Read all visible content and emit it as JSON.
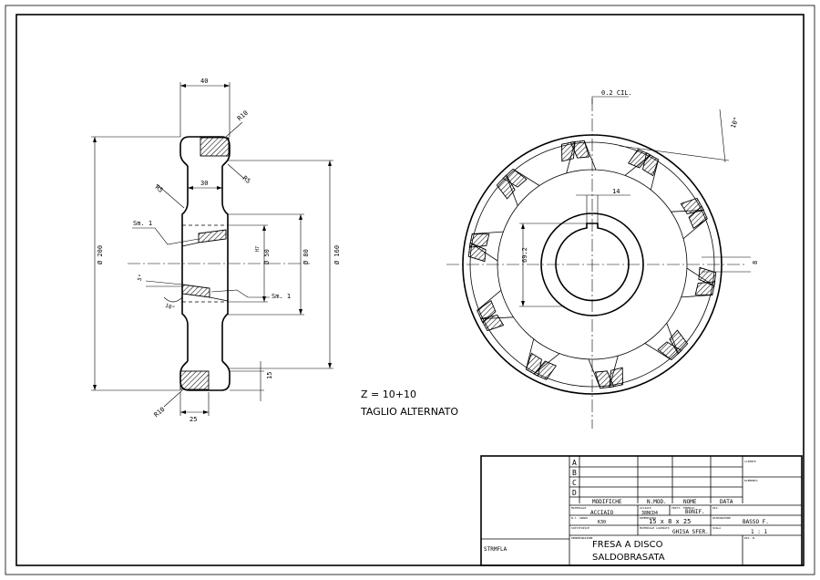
{
  "dimensions": {
    "width_top": "40",
    "radius_top": "R10",
    "radius_left": "R5",
    "radius_right": "R5",
    "neck_width": "30",
    "diameter_200": "Ø 200",
    "diameter_160": "Ø 160",
    "diameter_80": "Ø 80",
    "diameter_50": "Ø 50",
    "tolerance_50": "H7",
    "sm_upper": "Sm. 1",
    "sm_lower": "Sm. 1",
    "angle_5": "5°",
    "angle_10": "10°",
    "dim_15": "15",
    "radius_bottom": "R10",
    "width_bottom": "25",
    "flatness": "0.2 CIL.",
    "angle_10_right": "10°",
    "keyway_14": "14",
    "keyway_69": "69.2",
    "tooth_8": "8"
  },
  "notes": {
    "teeth_count": "Z = 10+10",
    "cut_type": "TAGLIO ALTERNATO"
  },
  "title_block": {
    "rev_a": "A",
    "rev_b": "B",
    "rev_c": "C",
    "rev_d": "D",
    "col_modifiche": "MODIFICHE",
    "col_nmod": "N.MOD.",
    "col_nome": "NOME",
    "col_data": "DATA",
    "label_cliente": "CLIENTE",
    "label_elemento": "ELEMENTO",
    "label_materiale": "MATERIALE",
    "val_materiale": "ACCIAIO",
    "label_acciaio": "ACCIAIO",
    "val_acciaio": "38NCD4",
    "label_tratt": "TRATT. TERMICO",
    "val_tratt": "BONIF.",
    "label_dis": "DIS.",
    "label_grado": "N.C. GRADO",
    "val_grado": "K30",
    "label_dim": "DIMENSIONI",
    "val_dim": "15 x 8 x 25",
    "label_dis2": "DISEGNATORE",
    "val_dis2": "BASSO F.",
    "label_sost": "SOSTITUISCE",
    "label_mat_lav": "MATERIALE LAVORATO",
    "val_mat_lav": "GHISA SFER.",
    "label_scala": "SCALA",
    "val_scala": "1 : 1",
    "label_desc": "DENOMINAZIONE",
    "desc_line1": "FRESA A DISCO",
    "desc_line2": "SALDOBRASATA",
    "label_disn": "DIS. N.",
    "company": "STRMFLA"
  }
}
